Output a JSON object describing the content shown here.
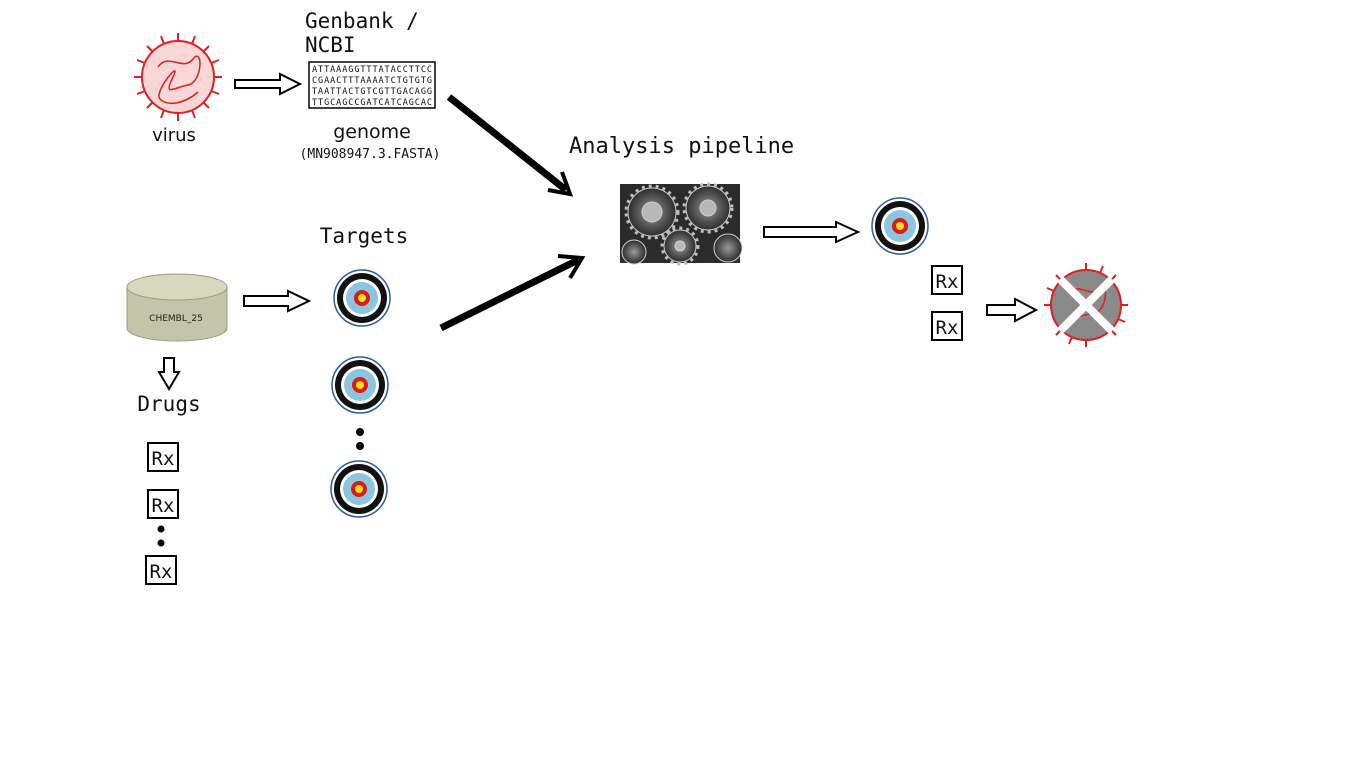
{
  "nodes": {
    "virus": {
      "label": "virus",
      "icon": "virus-icon"
    },
    "genbank": {
      "title_line1": "Genbank /",
      "title_line2": "NCBI",
      "sequence_lines": [
        "ATTAAAGGTTTATACCTTCC",
        "CGAACTTTAAAATCTGTGTG",
        "TAATTACTGTCGTTGACAGG",
        "TTGCAGCCGATCATCAGCAC"
      ],
      "genome_label": "genome",
      "file_label": "(MN908947.3.FASTA)"
    },
    "pipeline": {
      "label": "Analysis pipeline",
      "icon": "gears-icon"
    },
    "database": {
      "label": "CHEMBL_25",
      "icon": "database-icon"
    },
    "drugs": {
      "label": "Drugs",
      "rx_label": "Rx"
    },
    "targets": {
      "label": "Targets",
      "icon": "target-icon"
    },
    "result": {
      "rx_label": "Rx",
      "icon": "crossed-out-virus-icon"
    }
  },
  "colors": {
    "virus_red": "#e02020",
    "virus_fill": "#f8d7d7",
    "target_blue": "#8ac6e0",
    "target_red": "#e01818",
    "target_yellow": "#f5e020",
    "db_fill": "#c4c4a8",
    "db_top": "#d8d8c0"
  }
}
